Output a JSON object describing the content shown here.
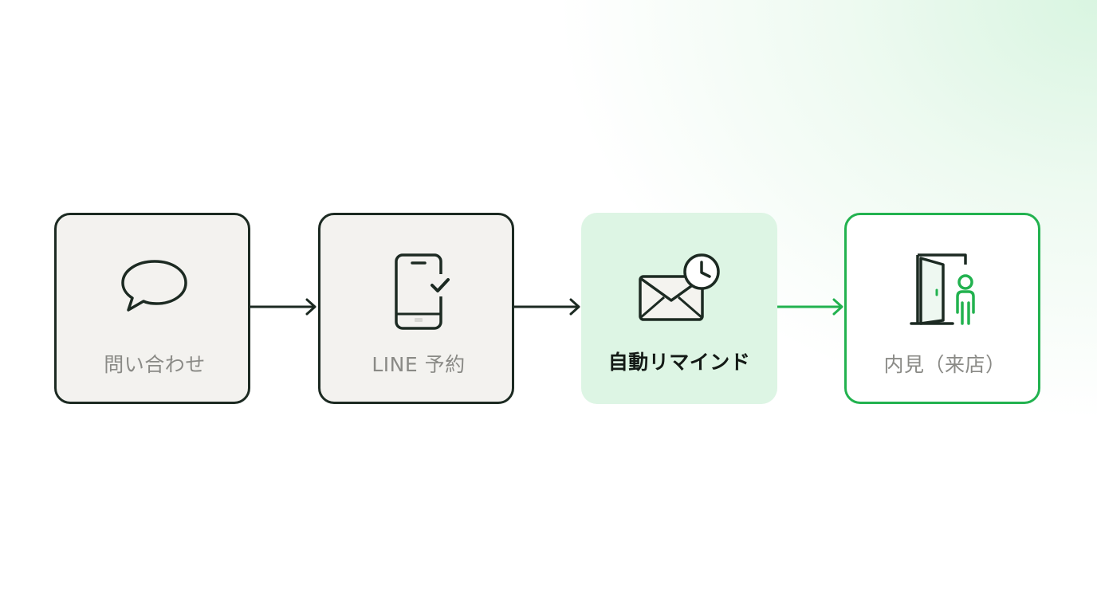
{
  "flow": {
    "steps": [
      {
        "label": "問い合わせ",
        "icon": "speech-bubble-icon"
      },
      {
        "label": "LINE 予約",
        "icon": "smartphone-check-icon"
      },
      {
        "label": "自動リマインド",
        "icon": "envelope-clock-icon"
      },
      {
        "label": "内見（来店）",
        "icon": "door-person-icon"
      }
    ]
  },
  "colors": {
    "dark": "#1c2a22",
    "accent_green": "#22b24f",
    "highlight_fill": "#ddf5e4",
    "muted_text": "#8a8a86"
  }
}
